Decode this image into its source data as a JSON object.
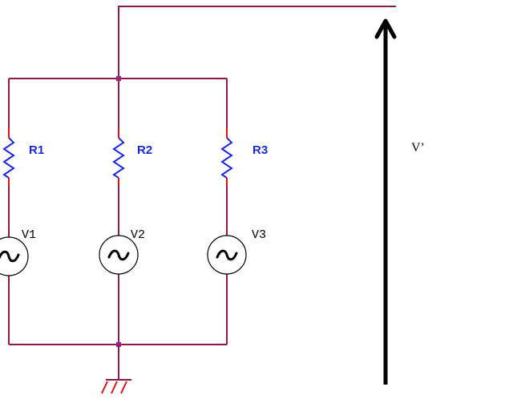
{
  "diagram": {
    "type": "circuit-schematic",
    "resistors": [
      {
        "label": "R1"
      },
      {
        "label": "R2"
      },
      {
        "label": "R3"
      }
    ],
    "sources": [
      {
        "label": "V1",
        "kind": "ac-voltage-source"
      },
      {
        "label": "V2",
        "kind": "ac-voltage-source"
      },
      {
        "label": "V3",
        "kind": "ac-voltage-source"
      }
    ],
    "output_voltage_label": "V’",
    "colors": {
      "wire": "#8b1a4a",
      "resistor": "#1a2ad8",
      "stub": "#e01010",
      "junction": "#a0208a"
    }
  }
}
